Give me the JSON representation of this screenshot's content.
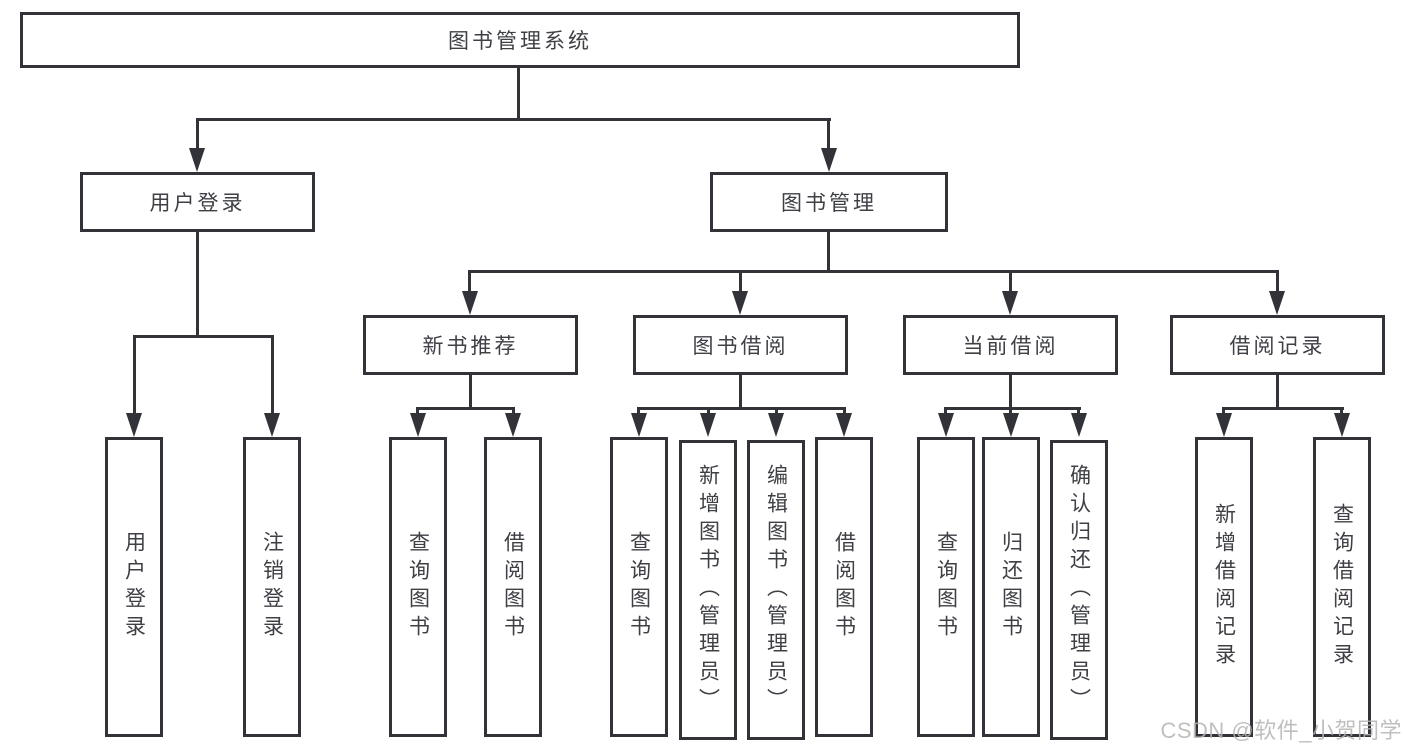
{
  "watermark": "CSDN @软件_小贺同学",
  "colors": {
    "line": "#313338",
    "text": "#3e4045",
    "background": "#ffffff",
    "watermark_text": "#b4b4b4"
  },
  "nodes": {
    "root": {
      "label": "图书管理系统"
    },
    "user_login": {
      "label": "用户登录",
      "children": {
        "login": {
          "label": "用户登录"
        },
        "logout": {
          "label": "注销登录"
        }
      }
    },
    "book_mgmt": {
      "label": "图书管理",
      "children": {
        "new_book_rec": {
          "label": "新书推荐",
          "children": {
            "query_books": {
              "label": "查询图书"
            },
            "borrow_books": {
              "label": "借阅图书"
            }
          }
        },
        "book_borrow": {
          "label": "图书借阅",
          "children": {
            "query_books": {
              "label": "查询图书"
            },
            "add_books": {
              "label": "新增图书（管理员）"
            },
            "edit_books": {
              "label": "编辑图书（管理员）"
            },
            "borrow_books": {
              "label": "借阅图书"
            }
          }
        },
        "current_borrow": {
          "label": "当前借阅",
          "children": {
            "query_books": {
              "label": "查询图书"
            },
            "return_books": {
              "label": "归还图书"
            },
            "confirm_return": {
              "label": "确认归还（管理员）"
            }
          }
        },
        "borrow_records": {
          "label": "借阅记录",
          "children": {
            "add_record": {
              "label": "新增借阅记录"
            },
            "query_record": {
              "label": "查询借阅记录"
            }
          }
        }
      }
    }
  }
}
